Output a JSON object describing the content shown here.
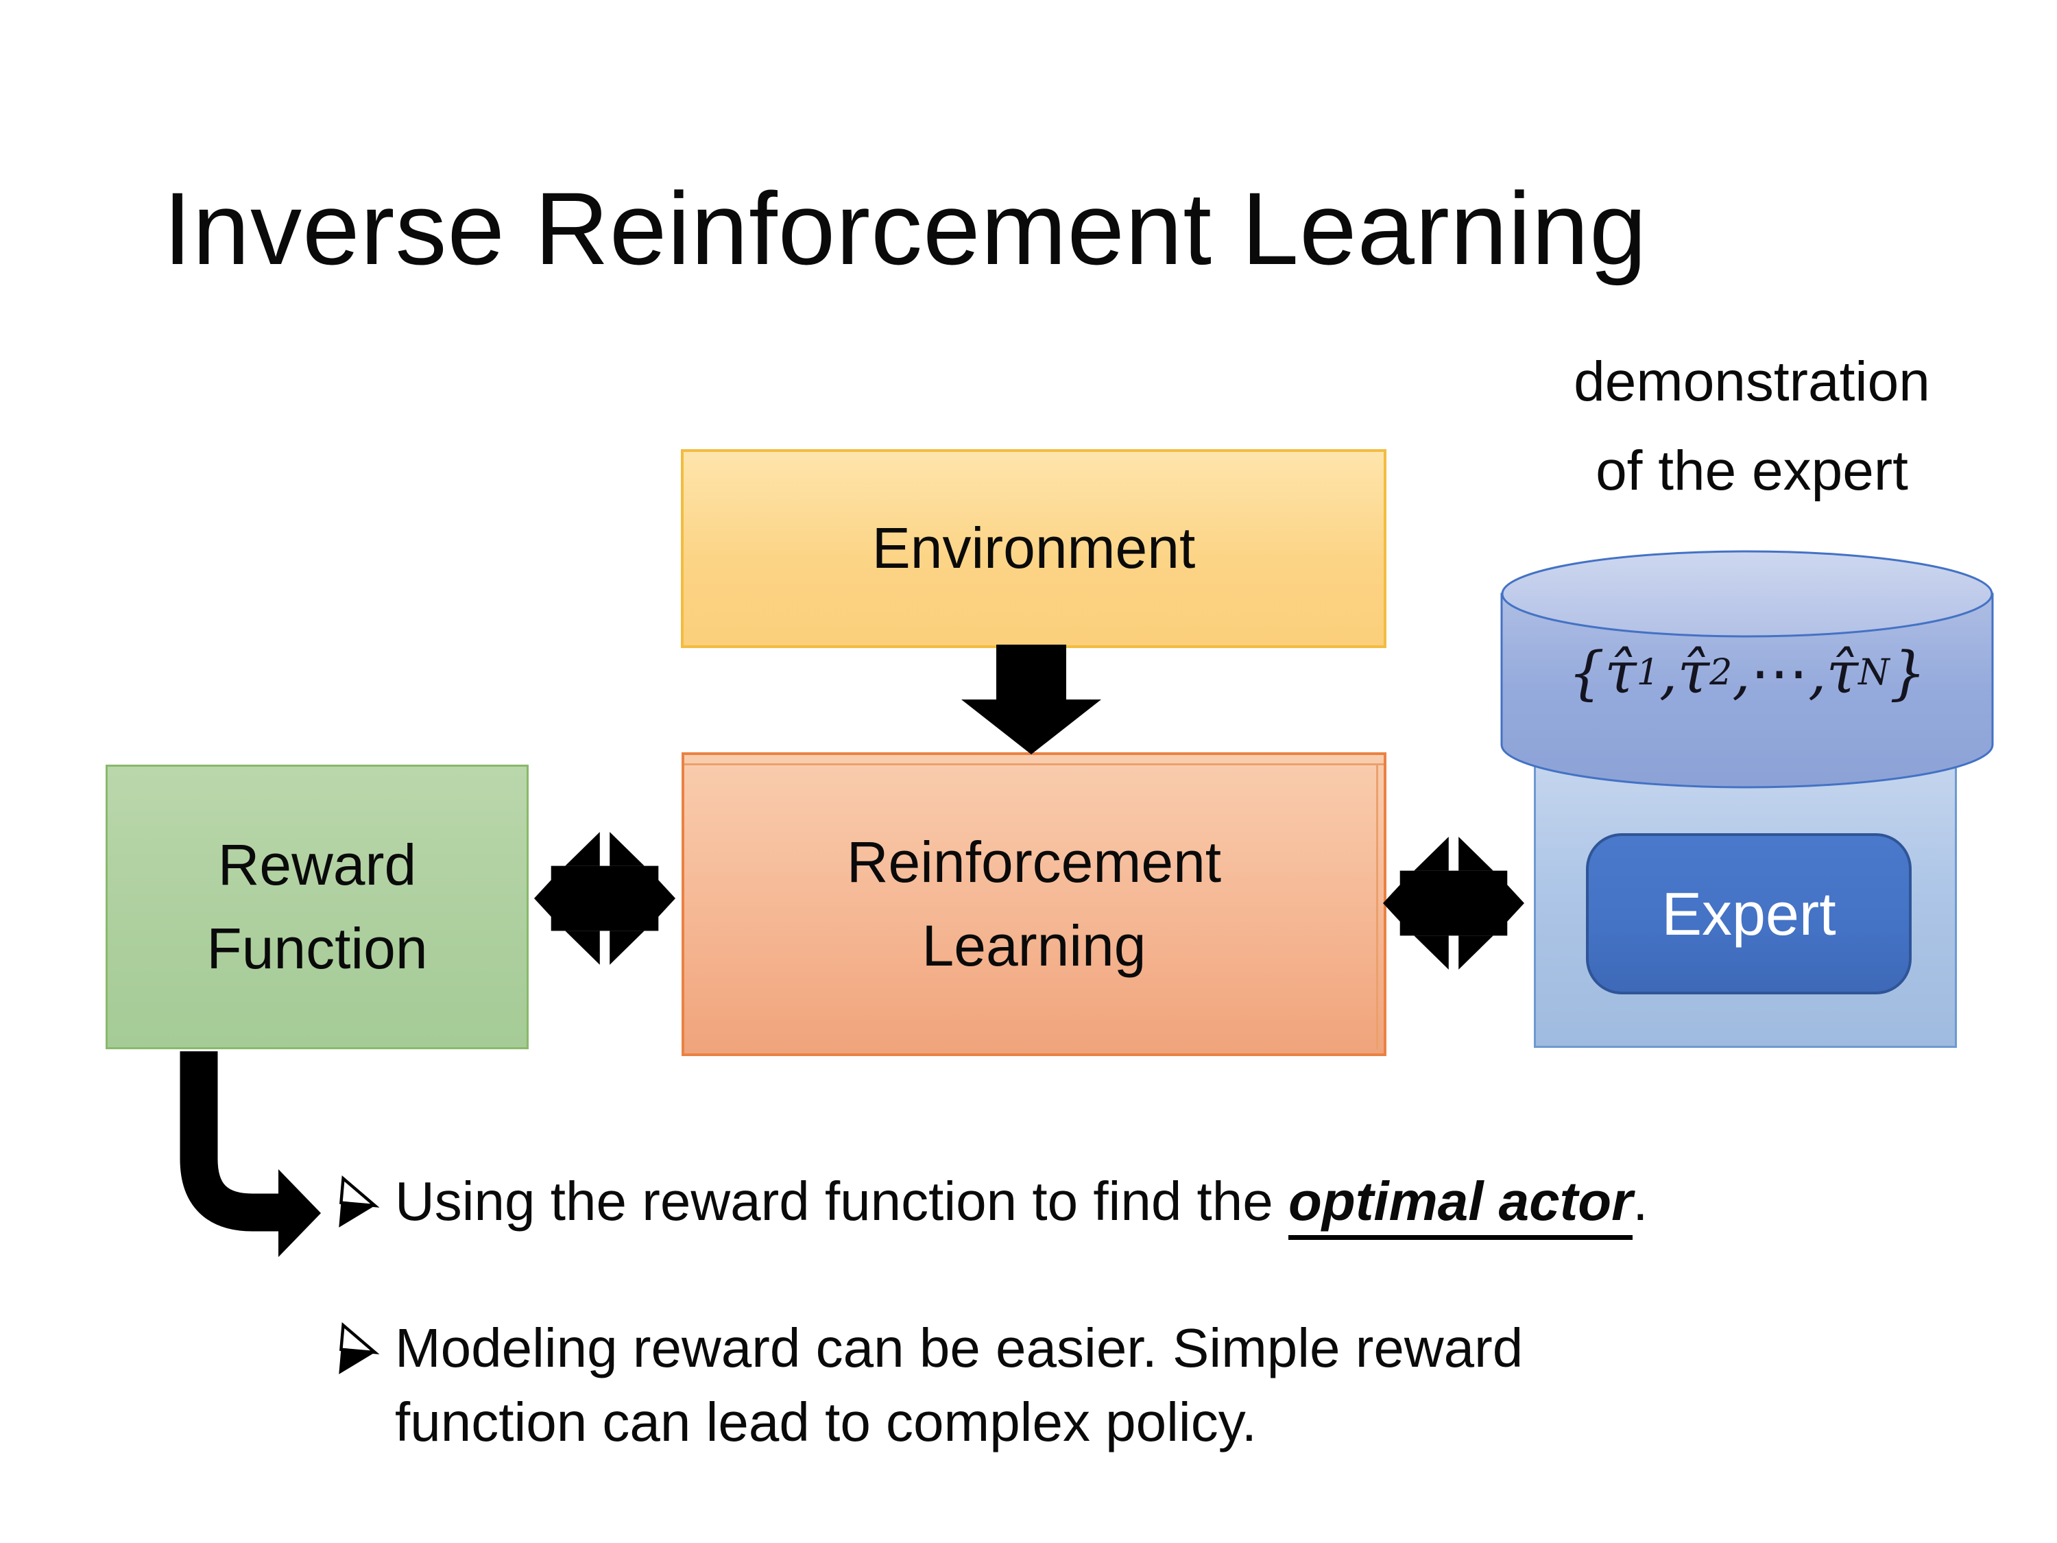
{
  "slide": {
    "title": "Inverse Reinforcement Learning"
  },
  "diagram": {
    "demo_label": {
      "line1": "demonstration",
      "line2": "of the expert"
    },
    "environment_box": {
      "label": "Environment"
    },
    "reward_box": {
      "line1": "Reward",
      "line2": "Function"
    },
    "rl_box": {
      "line1": "Reinforcement",
      "line2": "Learning"
    },
    "expert": {
      "label": "Expert"
    },
    "cylinder": {
      "formula": {
        "lbrace": "{",
        "tau": "τ̂",
        "sub1": "1",
        "sub2": "2",
        "subN": "N",
        "sep": ", ",
        "dots": "⋯",
        "rbrace": "}"
      }
    }
  },
  "bullets": {
    "item1": {
      "pre": "Using the reward function to find the ",
      "emphasis": "optimal actor",
      "post": "."
    },
    "item2": {
      "line1": "Modeling reward can be easier. Simple reward",
      "line2": "function can lead to complex policy."
    }
  },
  "colors": {
    "environment_fill": "#FCD486",
    "environment_border": "#F3BC40",
    "reward_fill": "#AFD0A0",
    "reward_border": "#89B96B",
    "rl_fill": "#F5B794",
    "rl_border": "#EA8243",
    "cylinder_body": "#92A7DA",
    "cylinder_top": "#C9D3EC",
    "cylinder_border": "#4472C4",
    "expert_outer_fill": "#AEC6E7",
    "expert_outer_border": "#6D9ACF",
    "expert_inner_fill": "#4472C4",
    "expert_inner_border": "#2F5597",
    "expert_text": "#FFFFFF",
    "arrow": "#000000"
  }
}
